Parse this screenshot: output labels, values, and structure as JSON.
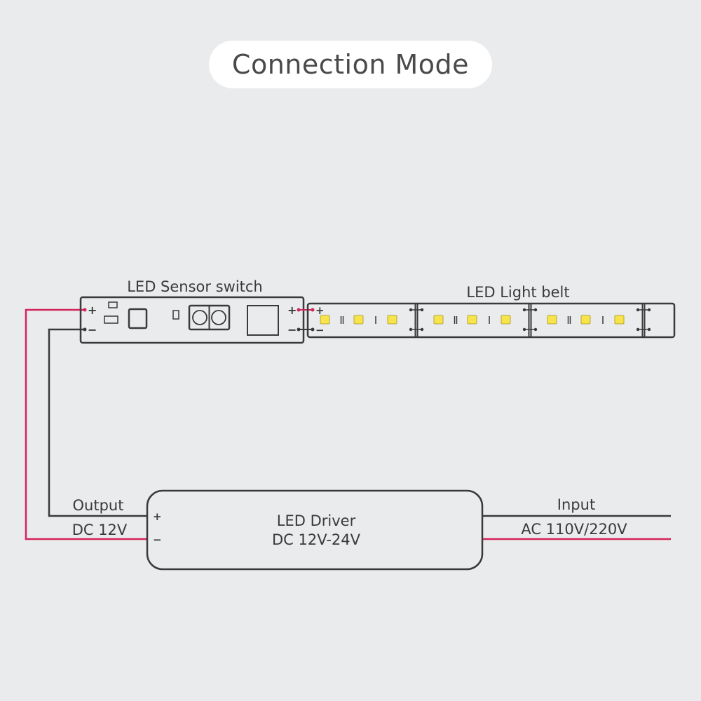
{
  "title": "Connection Mode",
  "colors": {
    "background": "#e9ebed",
    "line": "#3a3a3a",
    "positive_wire": "#d4245a",
    "led": "#f7e34a"
  },
  "sensor_switch": {
    "label": "LED Sensor switch",
    "input_plus": "+",
    "input_minus": "−",
    "output_plus": "+",
    "output_minus": "−"
  },
  "light_belt": {
    "label": "LED Light belt",
    "plus": "+",
    "minus": "−",
    "segments": 3,
    "leds_per_segment": 3
  },
  "driver": {
    "title": "LED Driver",
    "subtitle": "DC 12V-24V",
    "plus": "+",
    "minus": "−"
  },
  "output": {
    "label": "Output",
    "value": "DC 12V"
  },
  "input": {
    "label": "Input",
    "value": "AC 110V/220V"
  }
}
